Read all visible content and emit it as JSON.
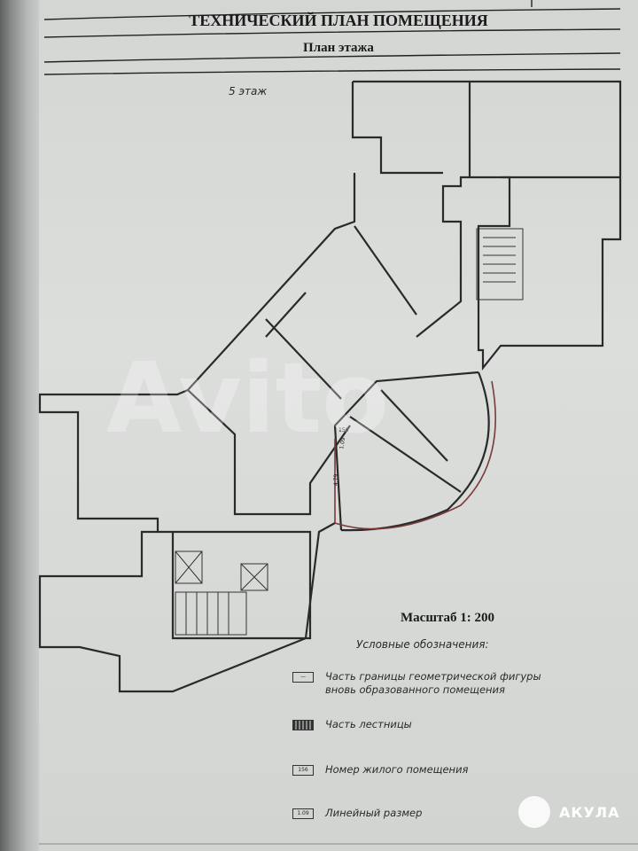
{
  "document": {
    "title": "ТЕХНИЧЕСКИЙ ПЛАН ПОМЕЩЕНИЯ",
    "subtitle": "План этажа",
    "floor_label": "5 этаж",
    "scale": "Масштаб 1: 200",
    "plan_labels": {
      "room_number": "156",
      "dimension_1": "1.09",
      "dimension_2": "4.79"
    }
  },
  "legend": {
    "title": "Условные обозначения:",
    "items": [
      {
        "symbol": "—",
        "label_line1": "Часть границы геометрической фигуры",
        "label_line2": "вновь образованного помещения"
      },
      {
        "symbol": "",
        "label_line1": "Часть лестницы"
      },
      {
        "symbol": "156",
        "label_line1": "Номер жилого помещения"
      },
      {
        "symbol": "1.09",
        "label_line1": "Линейный размер"
      }
    ]
  },
  "watermark": {
    "text": "Avito",
    "brand": "АКУЛА"
  }
}
